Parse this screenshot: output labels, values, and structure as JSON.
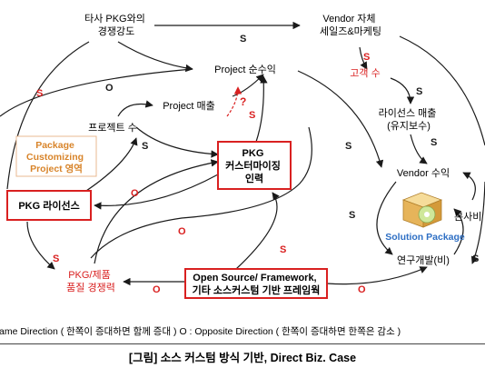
{
  "colors": {
    "red": "#d92020",
    "dark": "#1a1a1a",
    "blue": "#2e6fc4",
    "orange": "#d8842a",
    "pkg_fill": "#f2c46a"
  },
  "nodes": {
    "competition": [
      "타사 PKG와의",
      "경쟁강도"
    ],
    "vendor_sales": [
      "Vendor 자체",
      "세일즈&마케팅"
    ],
    "project_profit": "Project 순수익",
    "customers": "고객 수",
    "project_revenue": "Project 매출",
    "license_revenue": [
      "라이선스 매출",
      "(유지보수)"
    ],
    "project_count": "프로젝트 수",
    "package_customizing": [
      "Package",
      "Customizing",
      "Project 영역"
    ],
    "pkg_customizing_power": [
      "PKG",
      "커스터마이징",
      "인력"
    ],
    "vendor_profit": "Vendor 수익",
    "pkg_license": "PKG 라이선스",
    "solution_package": "Solution Package",
    "hq_cost": "본사비",
    "rnd_cost": "연구개발(비)",
    "product_quality": [
      "PKG/제품",
      "품질 경쟁력"
    ],
    "open_source": [
      "Open Source/ Framework,",
      "기타 소스커스텀 기반 프레임웍"
    ]
  },
  "markers": {
    "same": "S",
    "opposite": "O",
    "question": "?"
  },
  "legend_text": "Same Direction ( 한쪽이 증대하면 함께 증대 )    O : Opposite Direction ( 한쪽이 증대하면 한쪽은 감소 )",
  "caption": "[그림] 소스 커스텀 방식 기반, Direct Biz. Case"
}
